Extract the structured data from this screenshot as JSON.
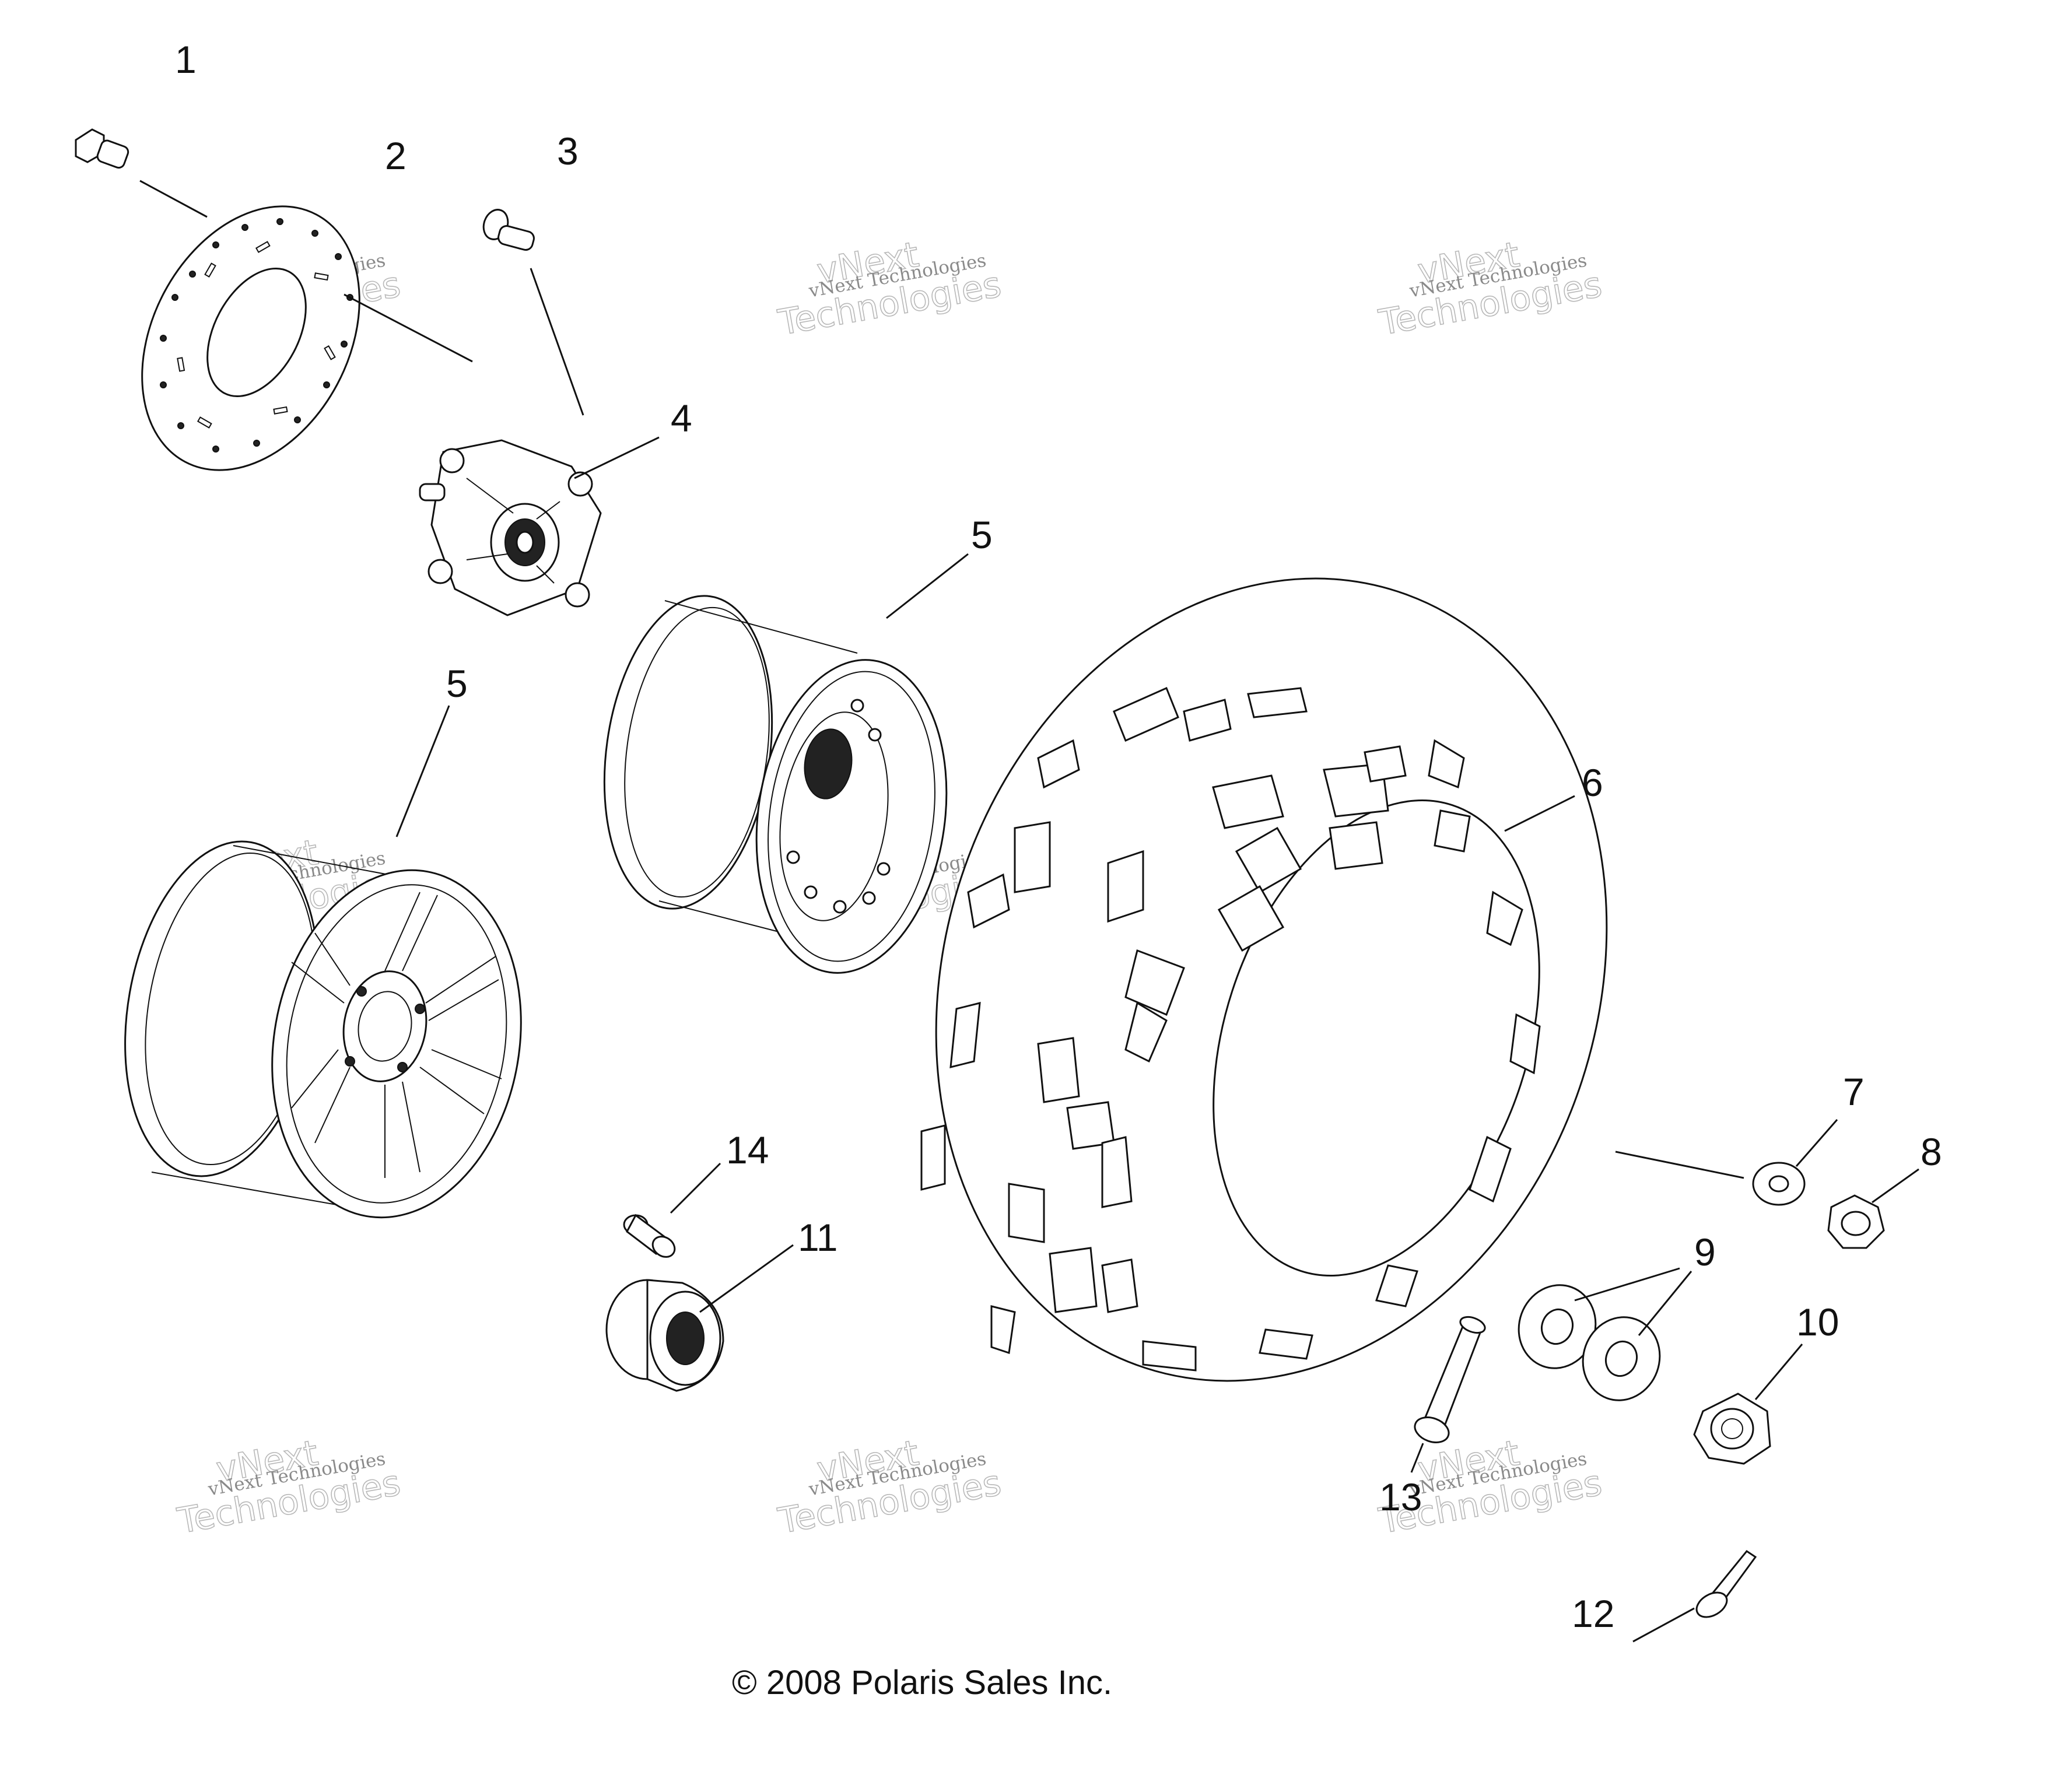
{
  "diagram": {
    "copyright": "© 2008 Polaris Sales Inc.",
    "watermark": {
      "line1": "vNext Technologies",
      "line2": "vNext",
      "line3": "Technologies"
    },
    "callouts": [
      {
        "id": "c1",
        "label": "1"
      },
      {
        "id": "c2",
        "label": "2"
      },
      {
        "id": "c3",
        "label": "3"
      },
      {
        "id": "c4",
        "label": "4"
      },
      {
        "id": "c5a",
        "label": "5"
      },
      {
        "id": "c5b",
        "label": "5"
      },
      {
        "id": "c6",
        "label": "6"
      },
      {
        "id": "c7",
        "label": "7"
      },
      {
        "id": "c8",
        "label": "8"
      },
      {
        "id": "c9",
        "label": "9"
      },
      {
        "id": "c10",
        "label": "10"
      },
      {
        "id": "c11",
        "label": "11"
      },
      {
        "id": "c12",
        "label": "12"
      },
      {
        "id": "c13",
        "label": "13"
      },
      {
        "id": "c14",
        "label": "14"
      }
    ]
  }
}
